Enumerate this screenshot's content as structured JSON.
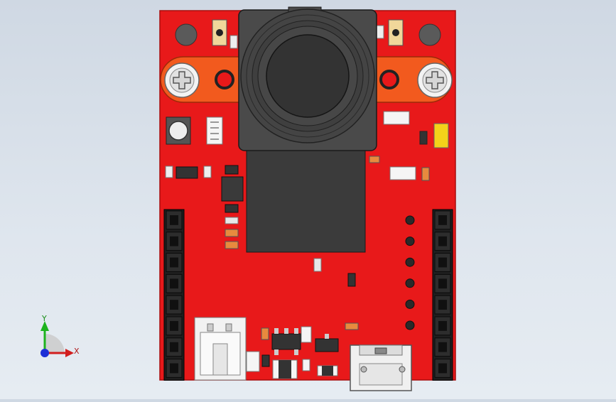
{
  "colors": {
    "board": "#e8191a",
    "board_edge": "#a90d0d",
    "camera_body": "#4a4a4a",
    "camera_ring": "#3a3a3a",
    "lens": "#333333",
    "sensor_block": "#3b3b3b",
    "bracket": "#f25a1e",
    "header": "#1f1f1f",
    "pin_hole": "#101010",
    "connector": "#f2f2f2",
    "axis_x": "#d21e1e",
    "axis_y": "#1db31d",
    "axis_origin": "#1d2fd6"
  },
  "axis_triad": {
    "x_label": "X",
    "y_label": "Y"
  },
  "components": {
    "left_header_pins": 8,
    "right_header_pins": 8,
    "test_pads": 6,
    "icons": [
      "screw-icon",
      "tactile-button-icon",
      "micro-usb-icon",
      "camera-lens-icon"
    ]
  }
}
